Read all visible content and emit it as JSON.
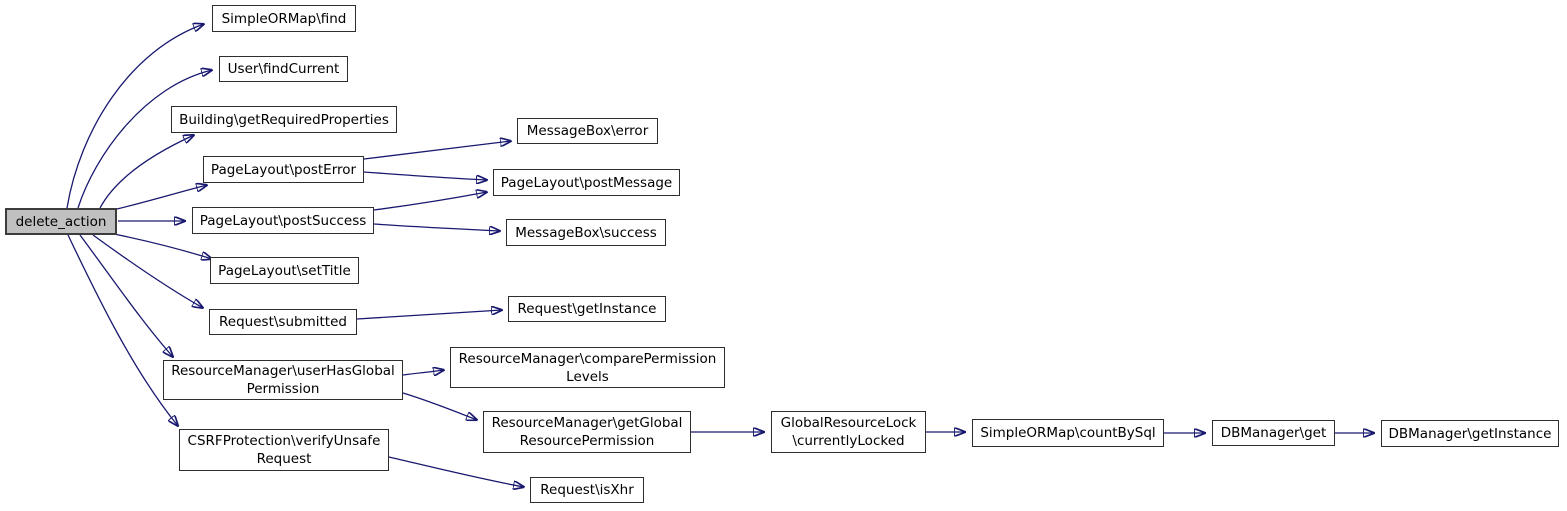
{
  "diagram": {
    "type": "call-graph",
    "root": "delete_action",
    "edge_color": "#191970",
    "node_fill": "#ffffff",
    "root_node_fill": "#c0c0c0",
    "nodes": [
      {
        "id": "delete-action",
        "label": "delete_action"
      },
      {
        "id": "simpleormap-find",
        "label": "SimpleORMap\\find"
      },
      {
        "id": "user-findcurrent",
        "label": "User\\findCurrent"
      },
      {
        "id": "building-getrequiredproperties",
        "label": "Building\\getRequiredProperties"
      },
      {
        "id": "pagelayout-posterror",
        "label": "PageLayout\\postError"
      },
      {
        "id": "pagelayout-postsuccess",
        "label": "PageLayout\\postSuccess"
      },
      {
        "id": "pagelayout-settitle",
        "label": "PageLayout\\setTitle"
      },
      {
        "id": "request-submitted",
        "label": "Request\\submitted"
      },
      {
        "id": "resourcemanager-userhasglobalpermission",
        "label": "ResourceManager\\userHasGlobal\nPermission"
      },
      {
        "id": "csrfprotection-verifyunsaferequest",
        "label": "CSRFProtection\\verifyUnsafe\nRequest"
      },
      {
        "id": "messagebox-error",
        "label": "MessageBox\\error"
      },
      {
        "id": "pagelayout-postmessage",
        "label": "PageLayout\\postMessage"
      },
      {
        "id": "messagebox-success",
        "label": "MessageBox\\success"
      },
      {
        "id": "request-getinstance",
        "label": "Request\\getInstance"
      },
      {
        "id": "resourcemanager-comparepermissionlevels",
        "label": "ResourceManager\\comparePermission\nLevels"
      },
      {
        "id": "resourcemanager-getglobalresourcepermission",
        "label": "ResourceManager\\getGlobal\nResourcePermission"
      },
      {
        "id": "request-isxhr",
        "label": "Request\\isXhr"
      },
      {
        "id": "globalresourcelock-currentlylocked",
        "label": "GlobalResourceLock\n\\currentlyLocked"
      },
      {
        "id": "simpleormap-countbysql",
        "label": "SimpleORMap\\countBySql"
      },
      {
        "id": "dbmanager-get",
        "label": "DBManager\\get"
      },
      {
        "id": "dbmanager-getinstance",
        "label": "DBManager\\getInstance"
      }
    ],
    "edges": [
      {
        "from": "delete-action",
        "to": "simpleormap-find"
      },
      {
        "from": "delete-action",
        "to": "user-findcurrent"
      },
      {
        "from": "delete-action",
        "to": "building-getrequiredproperties"
      },
      {
        "from": "delete-action",
        "to": "pagelayout-posterror"
      },
      {
        "from": "delete-action",
        "to": "pagelayout-postsuccess"
      },
      {
        "from": "delete-action",
        "to": "pagelayout-settitle"
      },
      {
        "from": "delete-action",
        "to": "request-submitted"
      },
      {
        "from": "delete-action",
        "to": "resourcemanager-userhasglobalpermission"
      },
      {
        "from": "delete-action",
        "to": "csrfprotection-verifyunsaferequest"
      },
      {
        "from": "pagelayout-posterror",
        "to": "messagebox-error"
      },
      {
        "from": "pagelayout-posterror",
        "to": "pagelayout-postmessage"
      },
      {
        "from": "pagelayout-postsuccess",
        "to": "pagelayout-postmessage"
      },
      {
        "from": "pagelayout-postsuccess",
        "to": "messagebox-success"
      },
      {
        "from": "request-submitted",
        "to": "request-getinstance"
      },
      {
        "from": "resourcemanager-userhasglobalpermission",
        "to": "resourcemanager-comparepermissionlevels"
      },
      {
        "from": "resourcemanager-userhasglobalpermission",
        "to": "resourcemanager-getglobalresourcepermission"
      },
      {
        "from": "csrfprotection-verifyunsaferequest",
        "to": "request-isxhr"
      },
      {
        "from": "resourcemanager-getglobalresourcepermission",
        "to": "globalresourcelock-currentlylocked"
      },
      {
        "from": "globalresourcelock-currentlylocked",
        "to": "simpleormap-countbysql"
      },
      {
        "from": "simpleormap-countbysql",
        "to": "dbmanager-get"
      },
      {
        "from": "dbmanager-get",
        "to": "dbmanager-getinstance"
      }
    ]
  }
}
